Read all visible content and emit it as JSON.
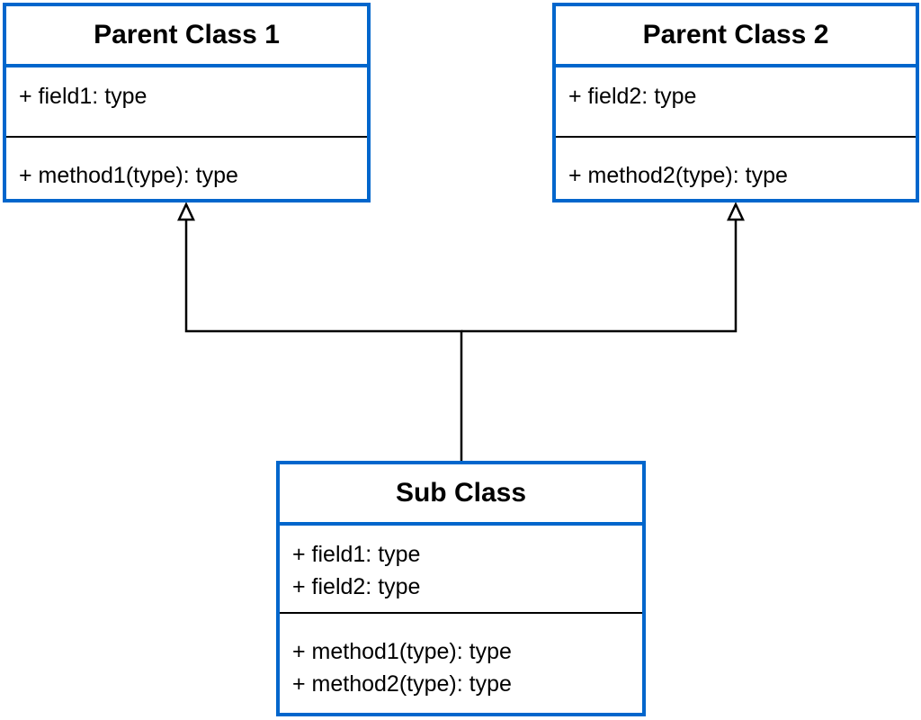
{
  "diagram": {
    "type": "UML class diagram (multiple inheritance)",
    "colors": {
      "box_border": "#0066cc",
      "line": "#000000",
      "background": "#ffffff"
    },
    "classes": [
      {
        "id": "parent1",
        "name": "Parent Class 1",
        "fields": [
          "+ field1: type"
        ],
        "methods": [
          "+ method1(type): type"
        ]
      },
      {
        "id": "parent2",
        "name": "Parent Class 2",
        "fields": [
          "+ field2: type"
        ],
        "methods": [
          "+ method2(type): type"
        ]
      },
      {
        "id": "sub",
        "name": "Sub Class",
        "fields": [
          "+ field1: type",
          "+ field2: type"
        ],
        "methods": [
          "+ method1(type): type",
          "+ method2(type): type"
        ]
      }
    ],
    "relationships": [
      {
        "type": "generalization",
        "from": "Sub Class",
        "to": "Parent Class 1",
        "arrowhead": "hollow-triangle"
      },
      {
        "type": "generalization",
        "from": "Sub Class",
        "to": "Parent Class 2",
        "arrowhead": "hollow-triangle"
      }
    ]
  }
}
